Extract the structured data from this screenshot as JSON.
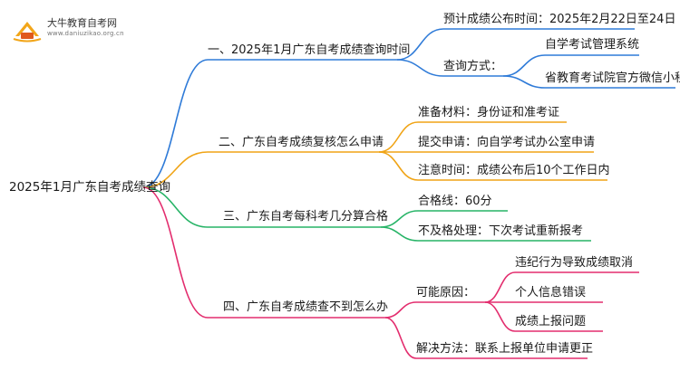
{
  "logo": {
    "title": "大牛教育自考网",
    "url": "www.daniuzikao.org.cn"
  },
  "root": "2025年1月广东自考成绩查询",
  "colors": {
    "blue": "#2f7bd8",
    "orange": "#f0a416",
    "green": "#27b467",
    "pink": "#e32d6e"
  },
  "branches": [
    {
      "label": "一、2025年1月广东自考成绩查询时间",
      "children": [
        {
          "label": "预计成绩公布时间：2025年2月22日至24日"
        },
        {
          "label": "查询方式：",
          "children": [
            {
              "label": "自学考试管理系统"
            },
            {
              "label": "省教育考试院官方微信小程序"
            }
          ]
        }
      ]
    },
    {
      "label": "二、广东自考成绩复核怎么申请",
      "children": [
        {
          "label": "准备材料：身份证和准考证"
        },
        {
          "label": "提交申请：向自学考试办公室申请"
        },
        {
          "label": "注意时间：成绩公布后10个工作日内"
        }
      ]
    },
    {
      "label": "三、广东自考每科考几分算合格",
      "children": [
        {
          "label": "合格线：60分"
        },
        {
          "label": "不及格处理：下次考试重新报考"
        }
      ]
    },
    {
      "label": "四、广东自考成绩查不到怎么办",
      "children": [
        {
          "label": "可能原因：",
          "children": [
            {
              "label": "违纪行为导致成绩取消"
            },
            {
              "label": "个人信息错误"
            },
            {
              "label": "成绩上报问题"
            }
          ]
        },
        {
          "label": "解决方法：联系上报单位申请更正"
        }
      ]
    }
  ]
}
